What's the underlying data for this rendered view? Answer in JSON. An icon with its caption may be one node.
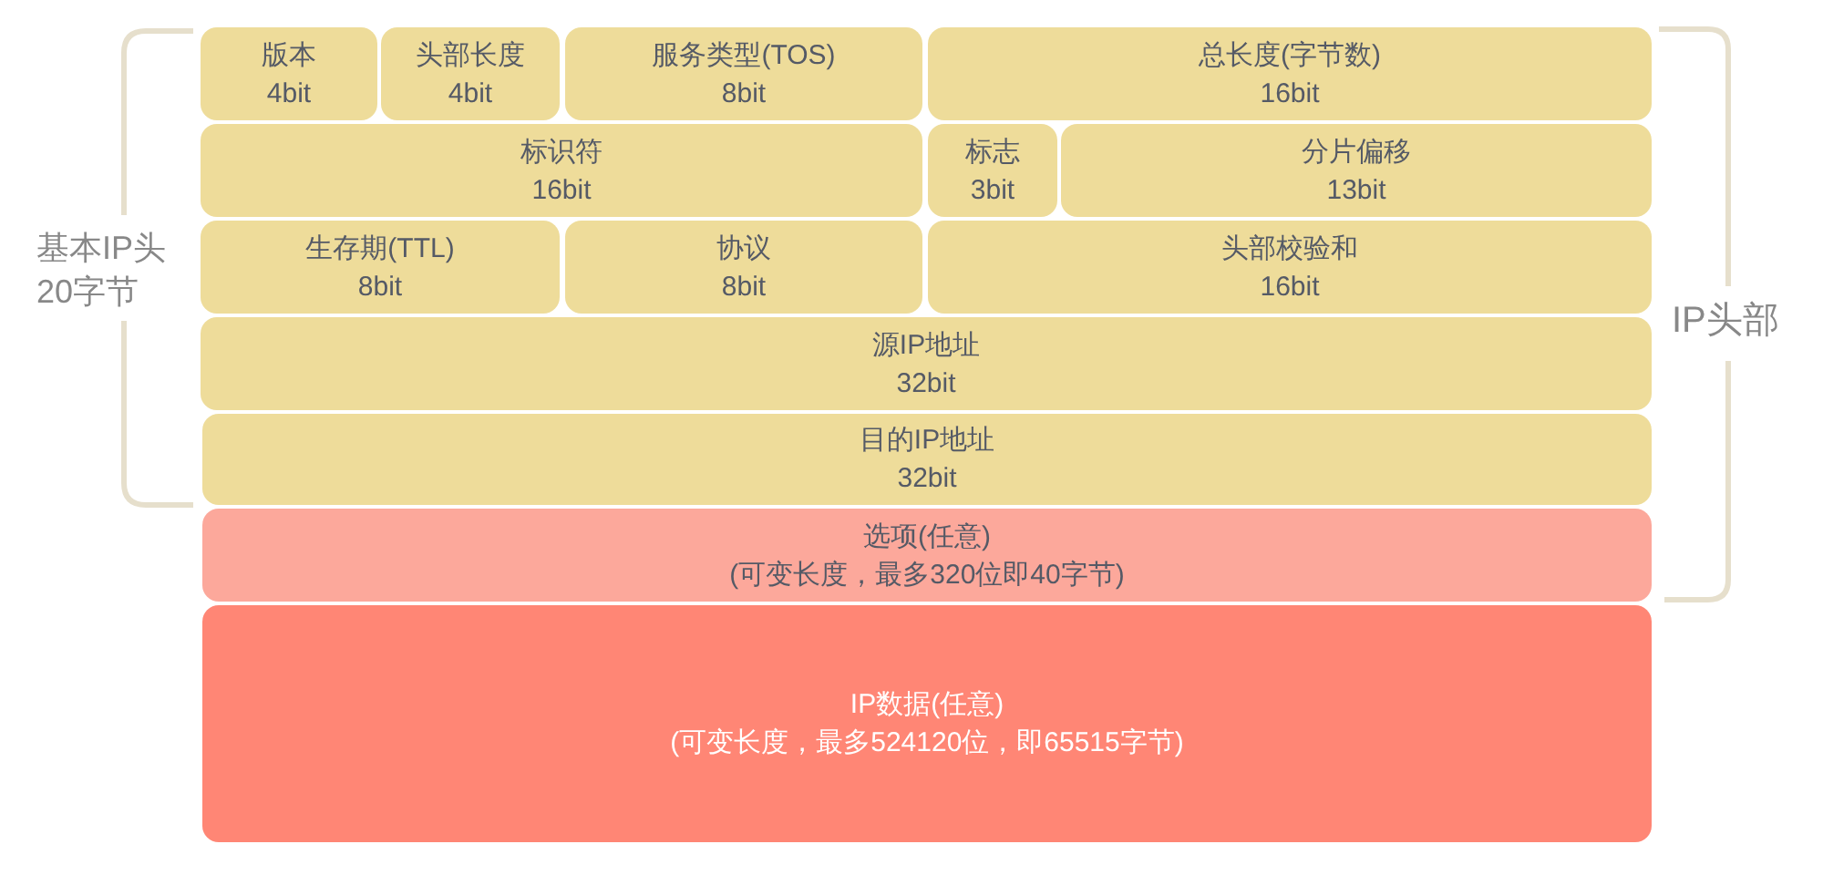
{
  "diagram": {
    "nodes": [
      {
        "text": [
          "版本",
          "4bit"
        ]
      },
      {
        "text": [
          "头部长度",
          "4bit"
        ]
      },
      {
        "text": [
          "服务类型(TOS)",
          "8bit"
        ]
      },
      {
        "text": [
          "总长度(字节数)",
          "16bit"
        ]
      },
      {
        "text": [
          "标识符",
          "16bit"
        ]
      },
      {
        "text": [
          "标志",
          "3bit"
        ]
      },
      {
        "text": [
          "分片偏移",
          "13bit"
        ]
      },
      {
        "text": [
          "生存期(TTL)",
          "8bit"
        ]
      },
      {
        "text": [
          "协议",
          "8bit"
        ]
      },
      {
        "text": [
          "头部校验和",
          "16bit"
        ]
      },
      {
        "text": [
          "源IP地址",
          "32bit"
        ]
      },
      {
        "text": [
          "目的IP地址",
          "32bit"
        ]
      },
      {
        "text": [
          "选项(任意)",
          "(可变长度，最多320位即40字节)"
        ]
      },
      {
        "text": [
          "IP数据(任意)",
          "(可变长度，最多524120位，即65515字节)"
        ]
      }
    ],
    "labels": [
      "基本IP头20字节",
      "IP头部"
    ]
  }
}
